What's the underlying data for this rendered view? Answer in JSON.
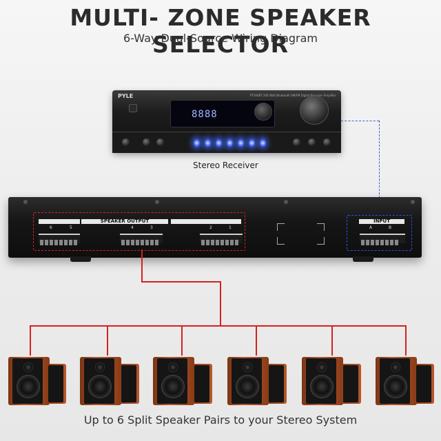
{
  "title": "MULTI- ZONE SPEAKER SELECTOR",
  "subtitle": "6-Way Dual-Source Wiring Diagram",
  "receiver": {
    "brand": "PYLE",
    "model_text": "PT260BT 200 Watt Bluetooth AM/FM Digital Receiver Amplifier",
    "display_digits": "8888",
    "label": "Stereo Receiver"
  },
  "selector": {
    "speaker_output_label": "SPEAKER OUTPUT",
    "input_label": "INPUT",
    "zone_numbers": [
      "6",
      "5",
      "4",
      "3",
      "2",
      "1"
    ],
    "input_channels": [
      "A",
      "B"
    ]
  },
  "footer": "Up to 6 Split Speaker Pairs to your Stereo System",
  "colors": {
    "output_dash": "#e02020",
    "input_dash": "#3050e0",
    "wire": "#d62020",
    "led": "#4a6bff"
  }
}
